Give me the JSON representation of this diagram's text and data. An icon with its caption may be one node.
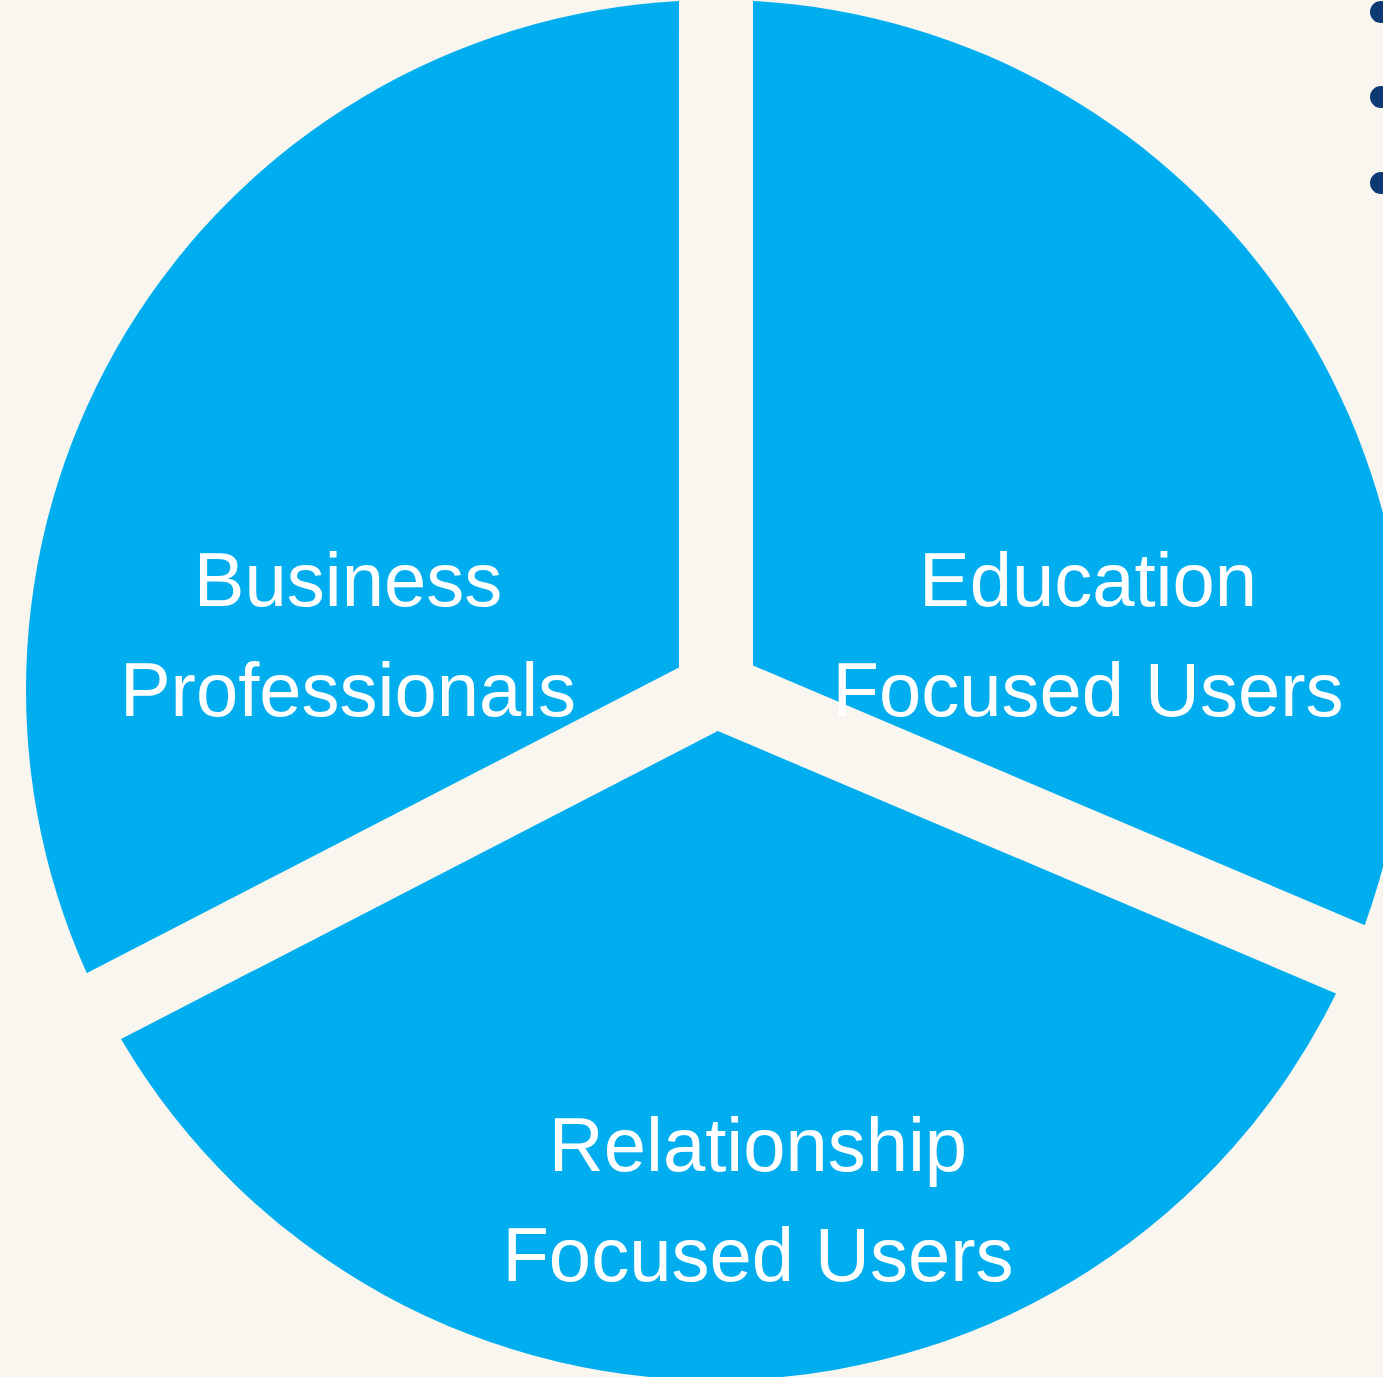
{
  "diagram": {
    "nodes": [
      {
        "text": [
          "Business Professionals"
        ]
      },
      {
        "text": [
          "Education Focused Users"
        ]
      },
      {
        "text": [
          "Relationship Focused Users"
        ]
      }
    ]
  }
}
